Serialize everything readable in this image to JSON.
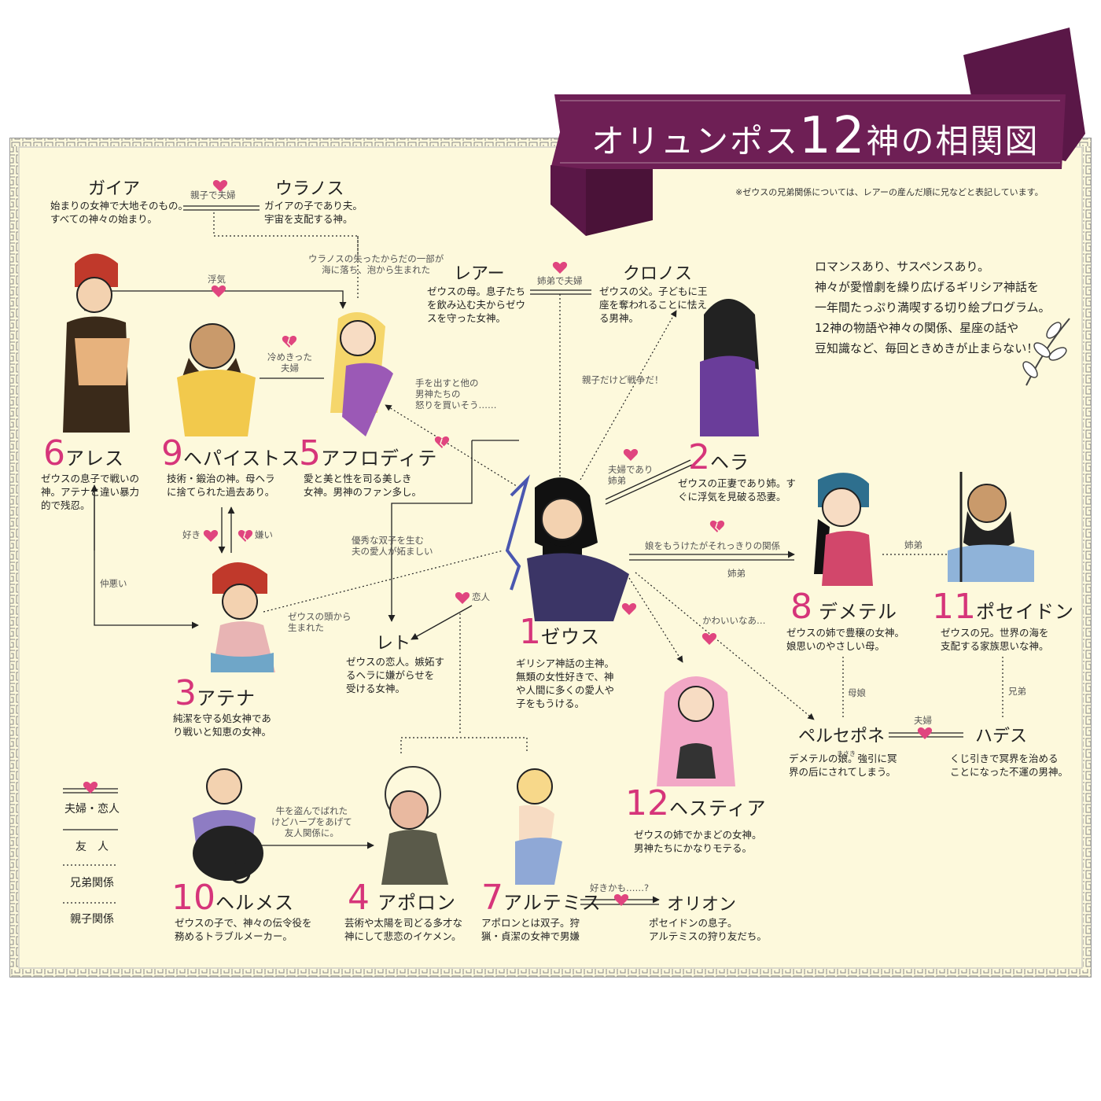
{
  "title": {
    "prefix": "オリュンポス",
    "number": "12",
    "suffix": "神の相関図"
  },
  "note": "※ゼウスの兄弟関係については、レアーの産んだ順に兄などと表記しています。",
  "intro": [
    "ロマンスあり、サスペンスあり。",
    "神々が愛憎劇を繰り広げるギリシア神話を",
    "一年間たっぷり満喫する切り絵プログラム。",
    "12神の物語や神々の関係、星座の話や",
    "豆知識など、毎回ときめきが止まらない！"
  ],
  "gods": [
    {
      "id": "gaia",
      "name": "ガイア",
      "desc": [
        "始まりの女神で大地そのもの。",
        "すべての神々の始まり。"
      ]
    },
    {
      "id": "uranos",
      "name": "ウラノス",
      "desc": [
        "ガイアの子であり夫。",
        "宇宙を支配する神。"
      ]
    },
    {
      "id": "rhea",
      "name": "レアー",
      "desc": [
        "ゼウスの母。息子たち",
        "を飲み込む夫からゼウ",
        "スを守った女神。"
      ]
    },
    {
      "id": "kronos",
      "name": "クロノス",
      "desc": [
        "ゼウスの父。子どもに王",
        "座を奪われることに怯え",
        "る男神。"
      ]
    },
    {
      "id": "zeus",
      "num": "1",
      "name": "ゼウス",
      "desc": [
        "ギリシア神話の主神。",
        "無類の女性好きで、神",
        "や人間に多くの愛人や",
        "子をもうける。"
      ]
    },
    {
      "id": "hera",
      "num": "2",
      "name": "ヘラ",
      "desc": [
        "ゼウスの正妻であり姉。す",
        "ぐに浮気を見破る恐妻。"
      ]
    },
    {
      "id": "athena",
      "num": "3",
      "name": "アテナ",
      "desc": [
        "純潔を守る処女神であ",
        "り戦いと知恵の女神。"
      ]
    },
    {
      "id": "apollon",
      "num": "4",
      "name": "アポロン",
      "desc": [
        "芸術や太陽を司どる多才な",
        "神にして悲恋のイケメン。"
      ]
    },
    {
      "id": "aphrodite",
      "num": "5",
      "name": "アフロディテ",
      "desc": [
        "愛と美と性を司る美しき",
        "女神。男神のファン多し。"
      ]
    },
    {
      "id": "ares",
      "num": "6",
      "name": "アレス",
      "desc": [
        "ゼウスの息子で戦いの",
        "神。アテナと違い暴力",
        "的で残忍。"
      ]
    },
    {
      "id": "artemis",
      "num": "7",
      "name": "アルテミス",
      "desc": [
        "アポロンとは双子。狩",
        "猟・貞潔の女神で男嫌"
      ]
    },
    {
      "id": "demeter",
      "num": "8",
      "name": "デメテル",
      "desc": [
        "ゼウスの姉で豊穣の女神。",
        "娘思いのやさしい母。"
      ]
    },
    {
      "id": "hephaistos",
      "num": "9",
      "name": "ヘパイストス",
      "desc": [
        "技術・鍛治の神。母ヘラ",
        "に捨てられた過去あり。"
      ]
    },
    {
      "id": "hermes",
      "num": "10",
      "name": "ヘルメス",
      "desc": [
        "ゼウスの子で、神々の伝令役を",
        "務めるトラブルメーカー。"
      ]
    },
    {
      "id": "poseidon",
      "num": "11",
      "name": "ポセイドン",
      "desc": [
        "ゼウスの兄。世界の海を",
        "支配する家族思いな神。"
      ]
    },
    {
      "id": "hestia",
      "num": "12",
      "name": "ヘスティア",
      "desc": [
        "ゼウスの姉でかまどの女神。",
        "男神たちにかなりモテる。"
      ]
    },
    {
      "id": "leto",
      "name": "レト",
      "desc": [
        "ゼウスの恋人。嫉妬す",
        "るヘラに嫌がらせを",
        "受ける女神。"
      ]
    },
    {
      "id": "persephone",
      "name": "ペルセポネ",
      "desc": [
        "デメテルの娘。強引に冥",
        "界の后にされてしまう。"
      ]
    },
    {
      "id": "hades",
      "name": "ハデス",
      "desc": [
        "くじ引きで冥界を治める",
        "ことになった不運の男神。"
      ]
    },
    {
      "id": "orion",
      "name": "オリオン",
      "desc": [
        "ポセイドンの息子。",
        "アルテミスの狩り友だち。"
      ]
    }
  ],
  "relations": {
    "gaia_uranos": "親子で夫婦",
    "rhea_kronos": "姉弟で夫婦",
    "uranos_aphrodite": [
      "ウラノスの失ったからだの一部が",
      "海に落ち、泡から生まれた"
    ],
    "ares_aphrodite": "浮気",
    "heph_aphro": [
      "冷めきった",
      "夫婦"
    ],
    "zeus_aphro": [
      "手を出すと他の",
      "男神たちの",
      "怒りを買いそう……"
    ],
    "zeus_kronos": "親子だけど戦争だ！",
    "zeus_hera": [
      "夫婦であり",
      "姉弟"
    ],
    "zeus_demeter": "娘をもうけたがそれっきりの関係",
    "zeus_demeter_2": "姉弟",
    "demeter_poseidon": "姉弟",
    "zeus_leto_mid": [
      "優秀な双子を生む",
      "夫の愛人が妬ましい"
    ],
    "zeus_athena": [
      "ゼウスの頭から",
      "生まれた"
    ],
    "heph_athena_like": "好き",
    "heph_athena_hate": "嫌い",
    "ares_athena": "仲悪い",
    "zeus_leto": "恋人",
    "zeus_persephone": "かわいいなあ…",
    "demeter_persephone": "母娘",
    "poseidon_hades": "兄弟",
    "persephone_hades": "夫婦",
    "hermes_apollon": [
      "牛を盗んでばれた",
      "けどハープをあげて",
      "友人関係に。"
    ],
    "artemis_orion": "好きかも……?",
    "persephone_ruby": "きさき"
  },
  "legend": [
    "夫婦・恋人",
    "友　人",
    "兄弟関係",
    "親子関係"
  ],
  "colors": {
    "accent": "#d6357a",
    "banner": "#6e1f55",
    "panel": "#fdf9dc",
    "heart": "#e0457f"
  }
}
